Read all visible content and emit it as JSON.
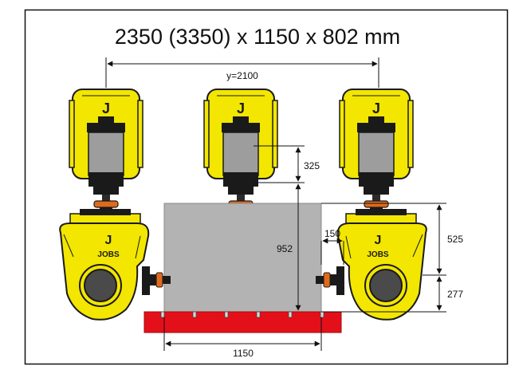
{
  "title": "2350 (3350) x 1150 x 802 mm",
  "dimensions": {
    "span_y": "y=2100",
    "head_to_part": "325",
    "part_height": "952",
    "side_gap": "150",
    "upper_height": "525",
    "lower_height": "277",
    "part_width": "1150"
  },
  "heads": {
    "logo_glyph": "J",
    "logo_text": "JOBS"
  },
  "colors": {
    "head_yellow": "#f3e600",
    "outline": "#1a1a1a",
    "motor_gray": "#9d9d9d",
    "workpiece_gray": "#b3b3b3",
    "table_red": "#e3101a",
    "tool_orange": "#e06a1c"
  }
}
